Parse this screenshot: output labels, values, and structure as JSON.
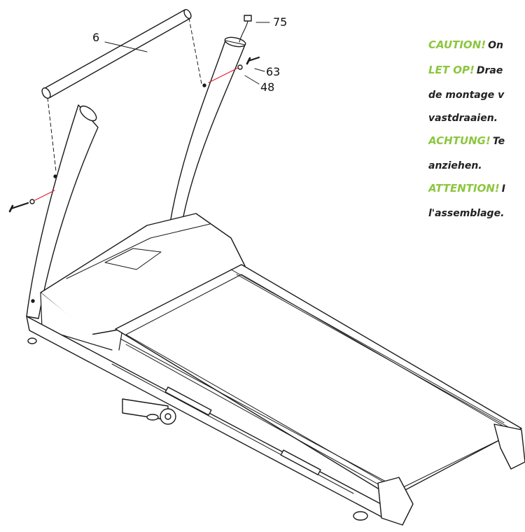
{
  "callouts": {
    "part_6": "6",
    "part_75": "75",
    "part_63": "63",
    "part_48": "48"
  },
  "warnings": {
    "caution_label": "CAUTION!",
    "caution_text": "On",
    "letop_label": "LET OP!",
    "letop_text": "Drae",
    "letop_line2": "de montage v",
    "letop_line3": "vastdraaien.",
    "achtung_label": "ACHTUNG!",
    "achtung_text": "Te",
    "achtung_line2": "anziehen.",
    "attention_label": "ATTENTION!",
    "attention_text": "I",
    "attention_line2": "l'assemblage."
  },
  "colors": {
    "keyword_green": "#8cc63f",
    "line_art": "#1a1a1a",
    "bolt_line_red": "#e0192b"
  }
}
